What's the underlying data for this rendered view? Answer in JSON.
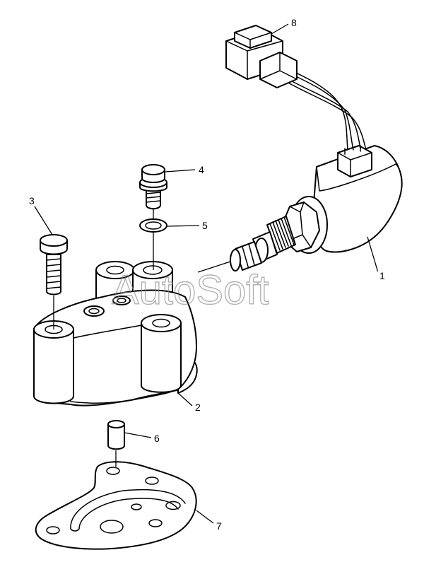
{
  "callouts": {
    "c1": "1",
    "c2": "2",
    "c3": "3",
    "c4": "4",
    "c5": "5",
    "c6": "6",
    "c7": "7",
    "c8": "8"
  },
  "watermark": "AutoSoft",
  "colors": {
    "line": "#000000",
    "background": "#ffffff",
    "watermark": "#8a8a8a"
  }
}
